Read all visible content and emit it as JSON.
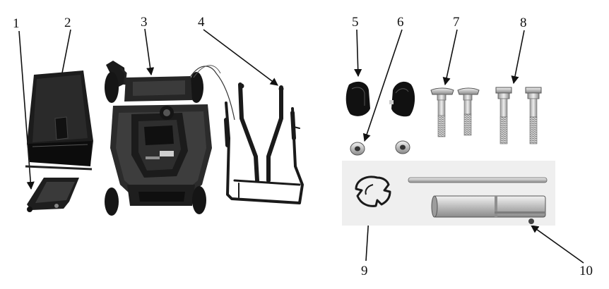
{
  "figure": {
    "callouts": [
      "1",
      "2",
      "3",
      "4",
      "5",
      "6",
      "7",
      "8",
      "9",
      "10"
    ],
    "parts": {
      "grass_bag_frame": "grass-bag-frame",
      "grass_bag_cover": "grass-bag-cover",
      "mulching_flap": "mulching-plug",
      "mower_body": "mower-body",
      "handle": "handle-assembly",
      "knob": "handle-knob",
      "washer": "washer",
      "carriage_bolt": "carriage-bolt",
      "hex_bolt": "hex-bolt",
      "clip": "retaining-clip",
      "spark_plug_wrench": "spark-plug-wrench"
    }
  }
}
